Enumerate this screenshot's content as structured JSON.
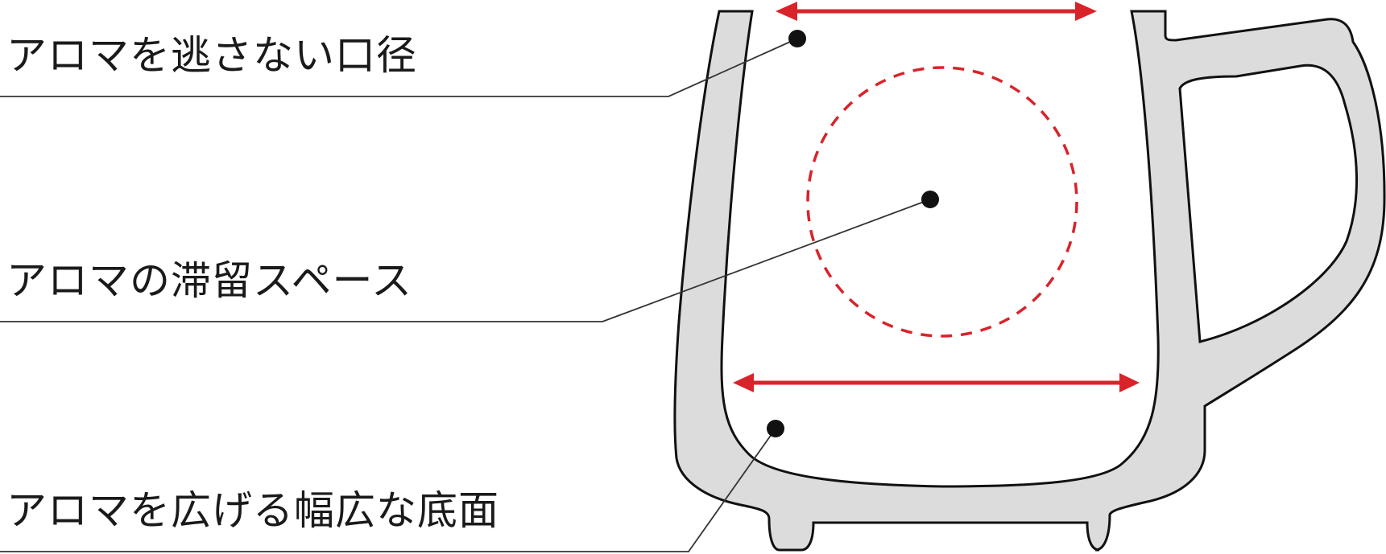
{
  "labels": {
    "mouth": "アロマを逃さない口径",
    "space": "アロマの滞留スペース",
    "base": "アロマを広げる幅広な底面"
  },
  "colors": {
    "mug_fill": "#dcdcdc",
    "outline": "#111111",
    "accent": "#d9232a",
    "leader": "#333333"
  },
  "icons": [
    "double-arrow-icon",
    "dashed-circle-icon",
    "pointer-dot-icon"
  ]
}
